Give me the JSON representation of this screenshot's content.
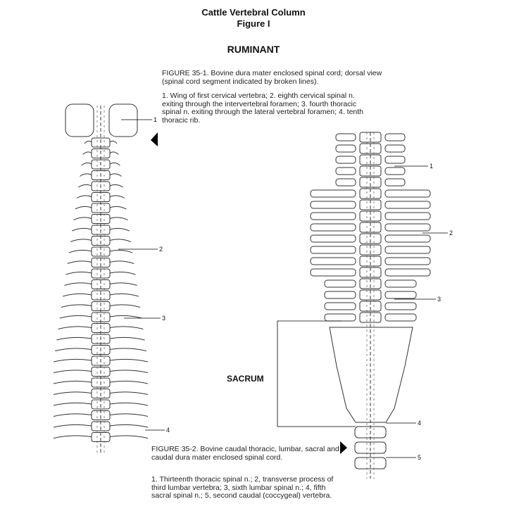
{
  "header": {
    "title": "Cattle Vertebral Column",
    "subtitle": "Figure I",
    "section": "RUMINANT"
  },
  "figure1": {
    "caption_title": "FIGURE 35-1.  Bovine dura mater enclosed spinal cord; dorsal view (spinal cord segment indicated by broken lines).",
    "caption_legend": "1.  Wing of first cervical vertebra; 2.  eighth cervical spinal n. exiting through the intervertebral foramen; 3.  fourth thoracic spinal n. exiting through the lateral vertebral foramen; 4.  tenth thoracic rib.",
    "labels": [
      "1",
      "2",
      "3",
      "4"
    ]
  },
  "figure2": {
    "caption_title": "FIGURE 35-2.  Bovine caudal thoracic, lumbar, sacral and caudal dura mater enclosed spinal cord.",
    "caption_legend": "1.  Thirteenth thoracic spinal n.; 2, transverse process of third lumbar vertebra; 3, sixth lumbar spinal n.; 4, fifth sacral spinal n.; 5, second caudal (coccygeal) vertebra.",
    "labels": [
      "1",
      "2",
      "3",
      "4",
      "5"
    ],
    "region_label": "SACRUM"
  }
}
